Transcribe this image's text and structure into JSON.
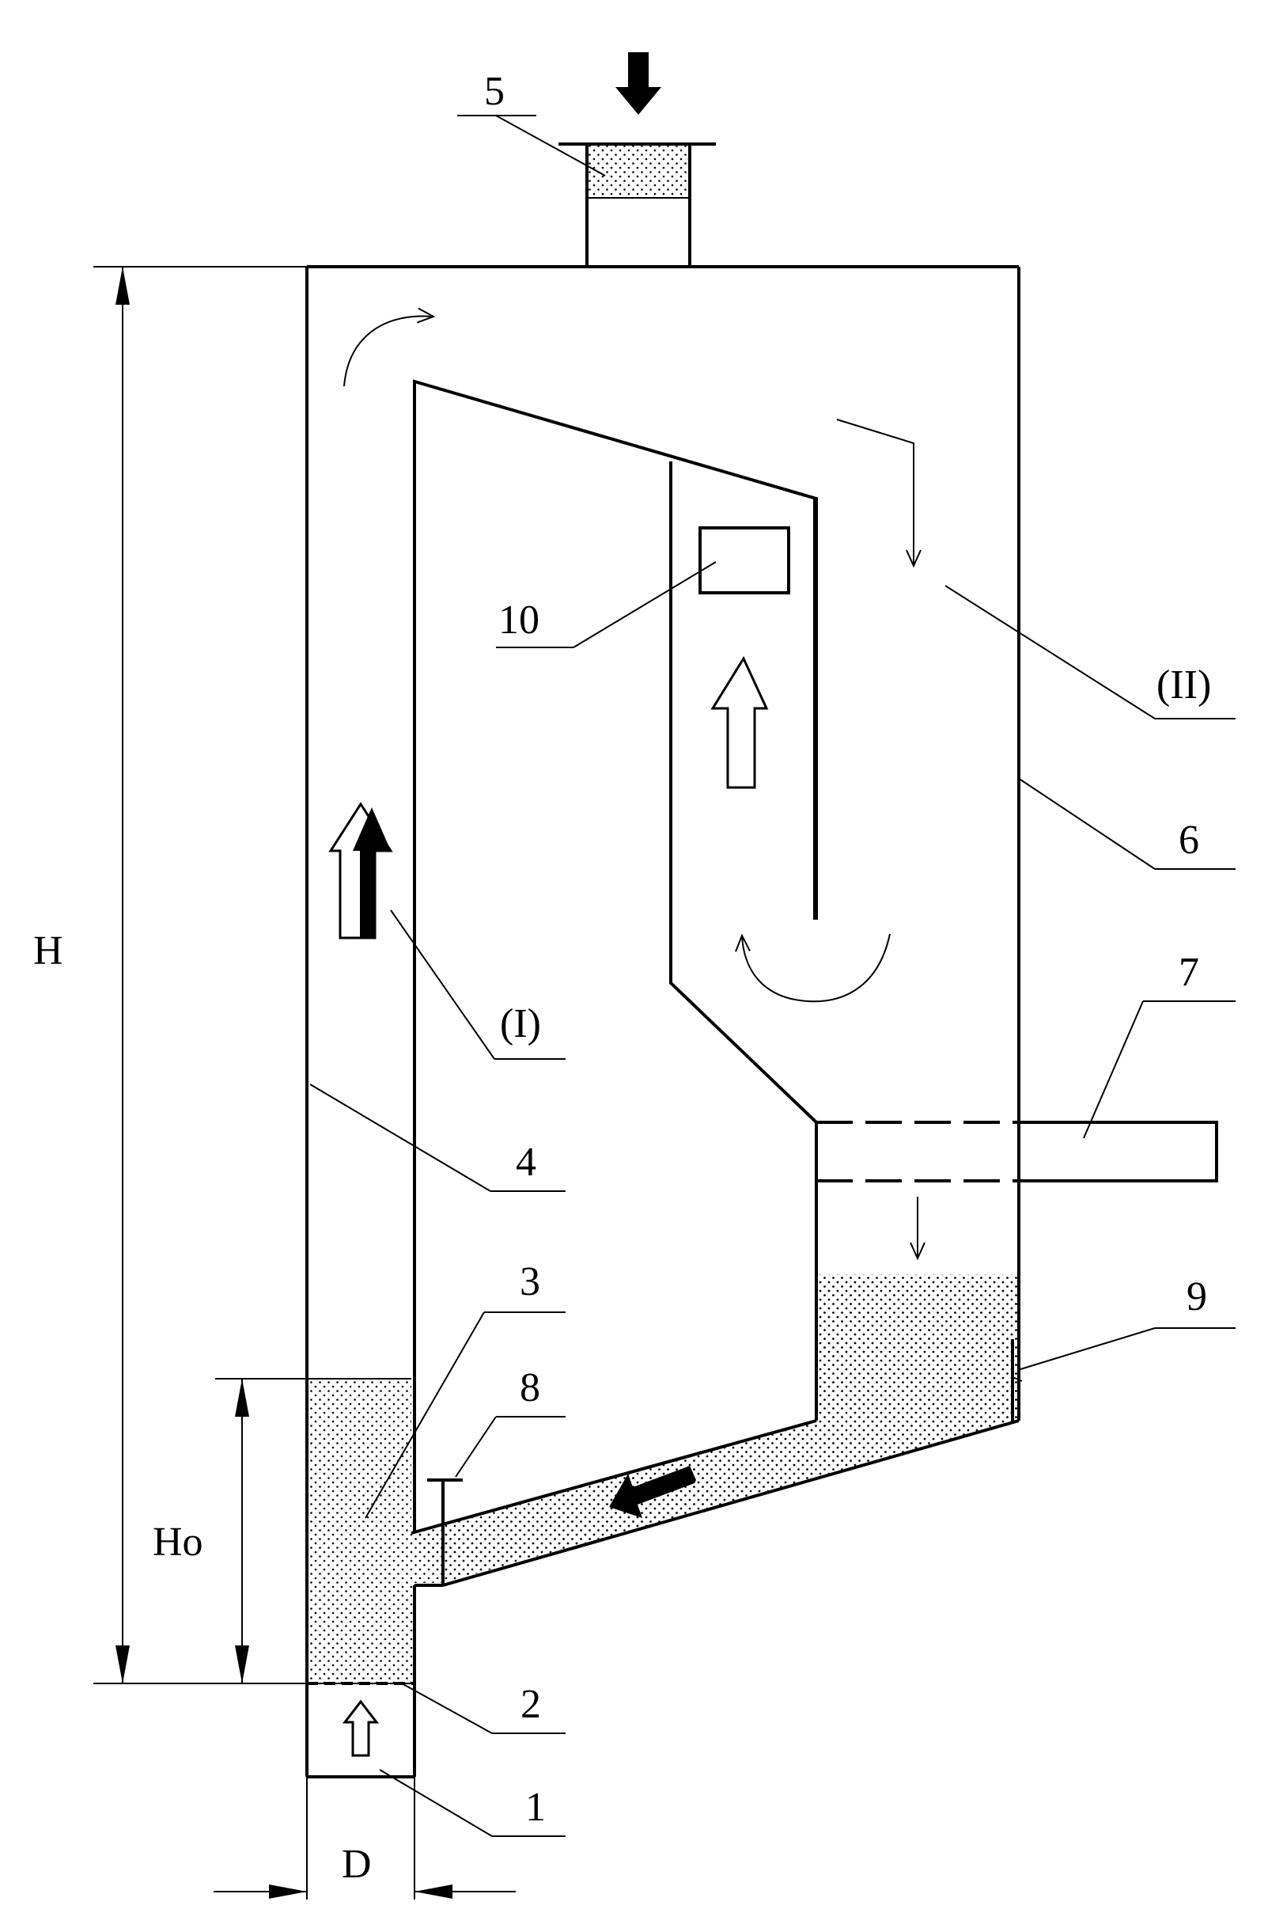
{
  "labels": {
    "n1": "1",
    "n2": "2",
    "n3": "3",
    "n4": "4",
    "n5": "5",
    "n6": "6",
    "n7": "7",
    "n8": "8",
    "n9": "9",
    "n10": "10",
    "zone1": "(I)",
    "zone2": "(II)",
    "dimH": "H",
    "dimHo": "Ho",
    "dimD": "D"
  },
  "colors": {
    "ink": "#000000",
    "background": "#ffffff"
  }
}
